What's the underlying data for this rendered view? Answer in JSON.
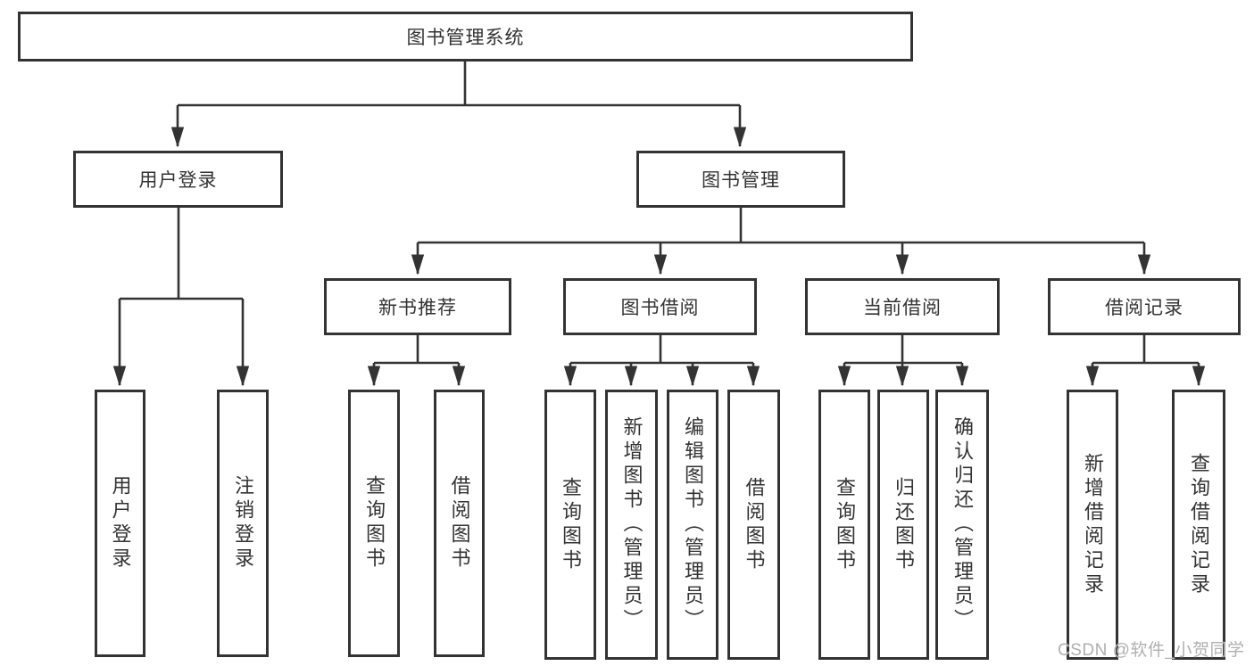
{
  "diagram": {
    "title": "图书管理系统",
    "watermark": "CSDN @软件_小贺同学",
    "colors": {
      "line": "#333333",
      "box_border": "#333333",
      "box_fill": "#ffffff",
      "text": "#333333",
      "watermark": "#b0b0b0"
    },
    "nodes": {
      "root": {
        "label": "图书管理系统"
      },
      "user_login": {
        "label": "用户登录"
      },
      "book_mgmt": {
        "label": "图书管理"
      },
      "new_book_rec": {
        "label": "新书推荐"
      },
      "book_borrow": {
        "label": "图书借阅"
      },
      "current_borrow": {
        "label": "当前借阅"
      },
      "borrow_record": {
        "label": "借阅记录"
      },
      "leaf_user_login": {
        "label": "用户登录"
      },
      "leaf_logout": {
        "label": "注销登录"
      },
      "rec_query_book": {
        "label": "查询图书"
      },
      "rec_borrow_book": {
        "label": "借阅图书"
      },
      "bb_query_book": {
        "label": "查询图书"
      },
      "bb_add_book": {
        "label": "新增图书（管理员）"
      },
      "bb_edit_book": {
        "label": "编辑图书（管理员）"
      },
      "bb_borrow_book": {
        "label": "借阅图书"
      },
      "cb_query_book": {
        "label": "查询图书"
      },
      "cb_return_book": {
        "label": "归还图书"
      },
      "cb_confirm_return": {
        "label": "确认归还（管理员）"
      },
      "br_add_record": {
        "label": "新增借阅记录"
      },
      "br_query_record": {
        "label": "查询借阅记录"
      }
    },
    "structure": {
      "root": [
        "user_login",
        "book_mgmt"
      ],
      "user_login": [
        "leaf_user_login",
        "leaf_logout"
      ],
      "book_mgmt": [
        "new_book_rec",
        "book_borrow",
        "current_borrow",
        "borrow_record"
      ],
      "new_book_rec": [
        "rec_query_book",
        "rec_borrow_book"
      ],
      "book_borrow": [
        "bb_query_book",
        "bb_add_book",
        "bb_edit_book",
        "bb_borrow_book"
      ],
      "current_borrow": [
        "cb_query_book",
        "cb_return_book",
        "cb_confirm_return"
      ],
      "borrow_record": [
        "br_add_record",
        "br_query_record"
      ]
    }
  }
}
